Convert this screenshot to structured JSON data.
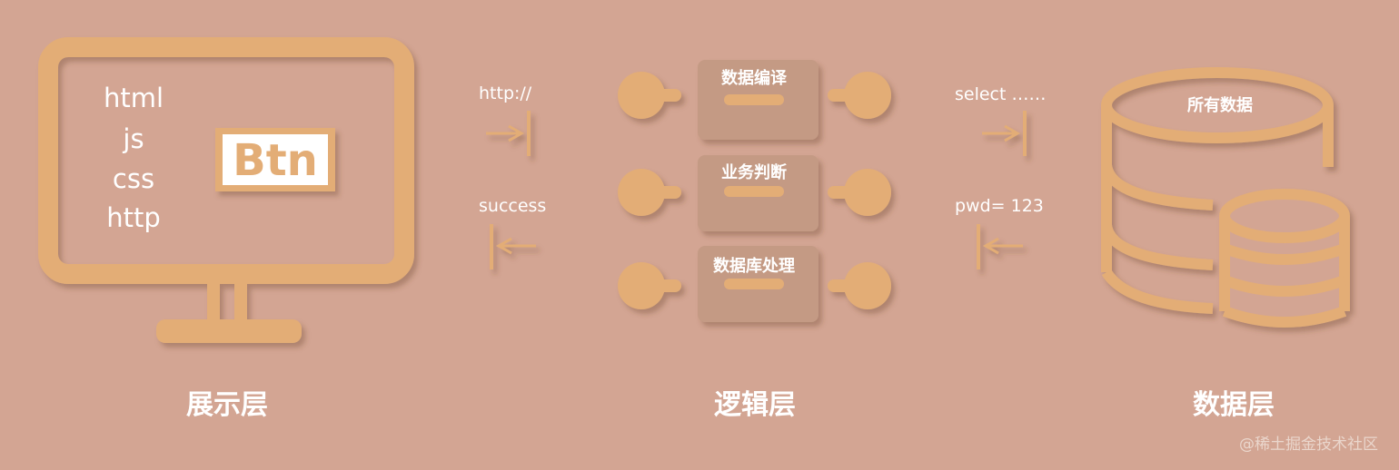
{
  "presentation": {
    "code_lines": [
      "html",
      "js",
      "css",
      "http"
    ],
    "button_label": "Btn",
    "layer_label": "展示层"
  },
  "connections": {
    "left_request": "http://",
    "left_response": "success",
    "right_request": "select ……",
    "right_response": "pwd= 123"
  },
  "logic": {
    "modules": [
      "数据编译",
      "业务判断",
      "数据库处理"
    ],
    "layer_label": "逻辑层"
  },
  "data": {
    "database_label": "所有数据",
    "layer_label": "数据层"
  },
  "watermark": "@稀土掘金技术社区",
  "colors": {
    "background": "#d3a593",
    "accent": "#e3ad76",
    "module_bg": "#c49a84",
    "text": "#ffffff"
  }
}
